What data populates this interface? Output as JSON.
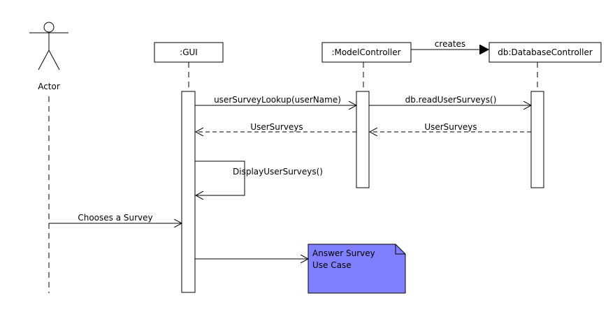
{
  "actor": {
    "label": "Actor"
  },
  "lifelines": {
    "gui": ":GUI",
    "model": ":ModelController",
    "db": "db:DatabaseController"
  },
  "messages": {
    "creates": "creates",
    "lookup": "userSurveyLookup(userName)",
    "read": "db.readUserSurveys()",
    "return_db": "UserSurveys",
    "return_model": "UserSurveys",
    "display": "DisplayUserSurveys()",
    "choose": "Chooses a Survey"
  },
  "note": {
    "line1": "Answer Survey",
    "line2": "Use Case",
    "fill_color": "#8080ff"
  }
}
